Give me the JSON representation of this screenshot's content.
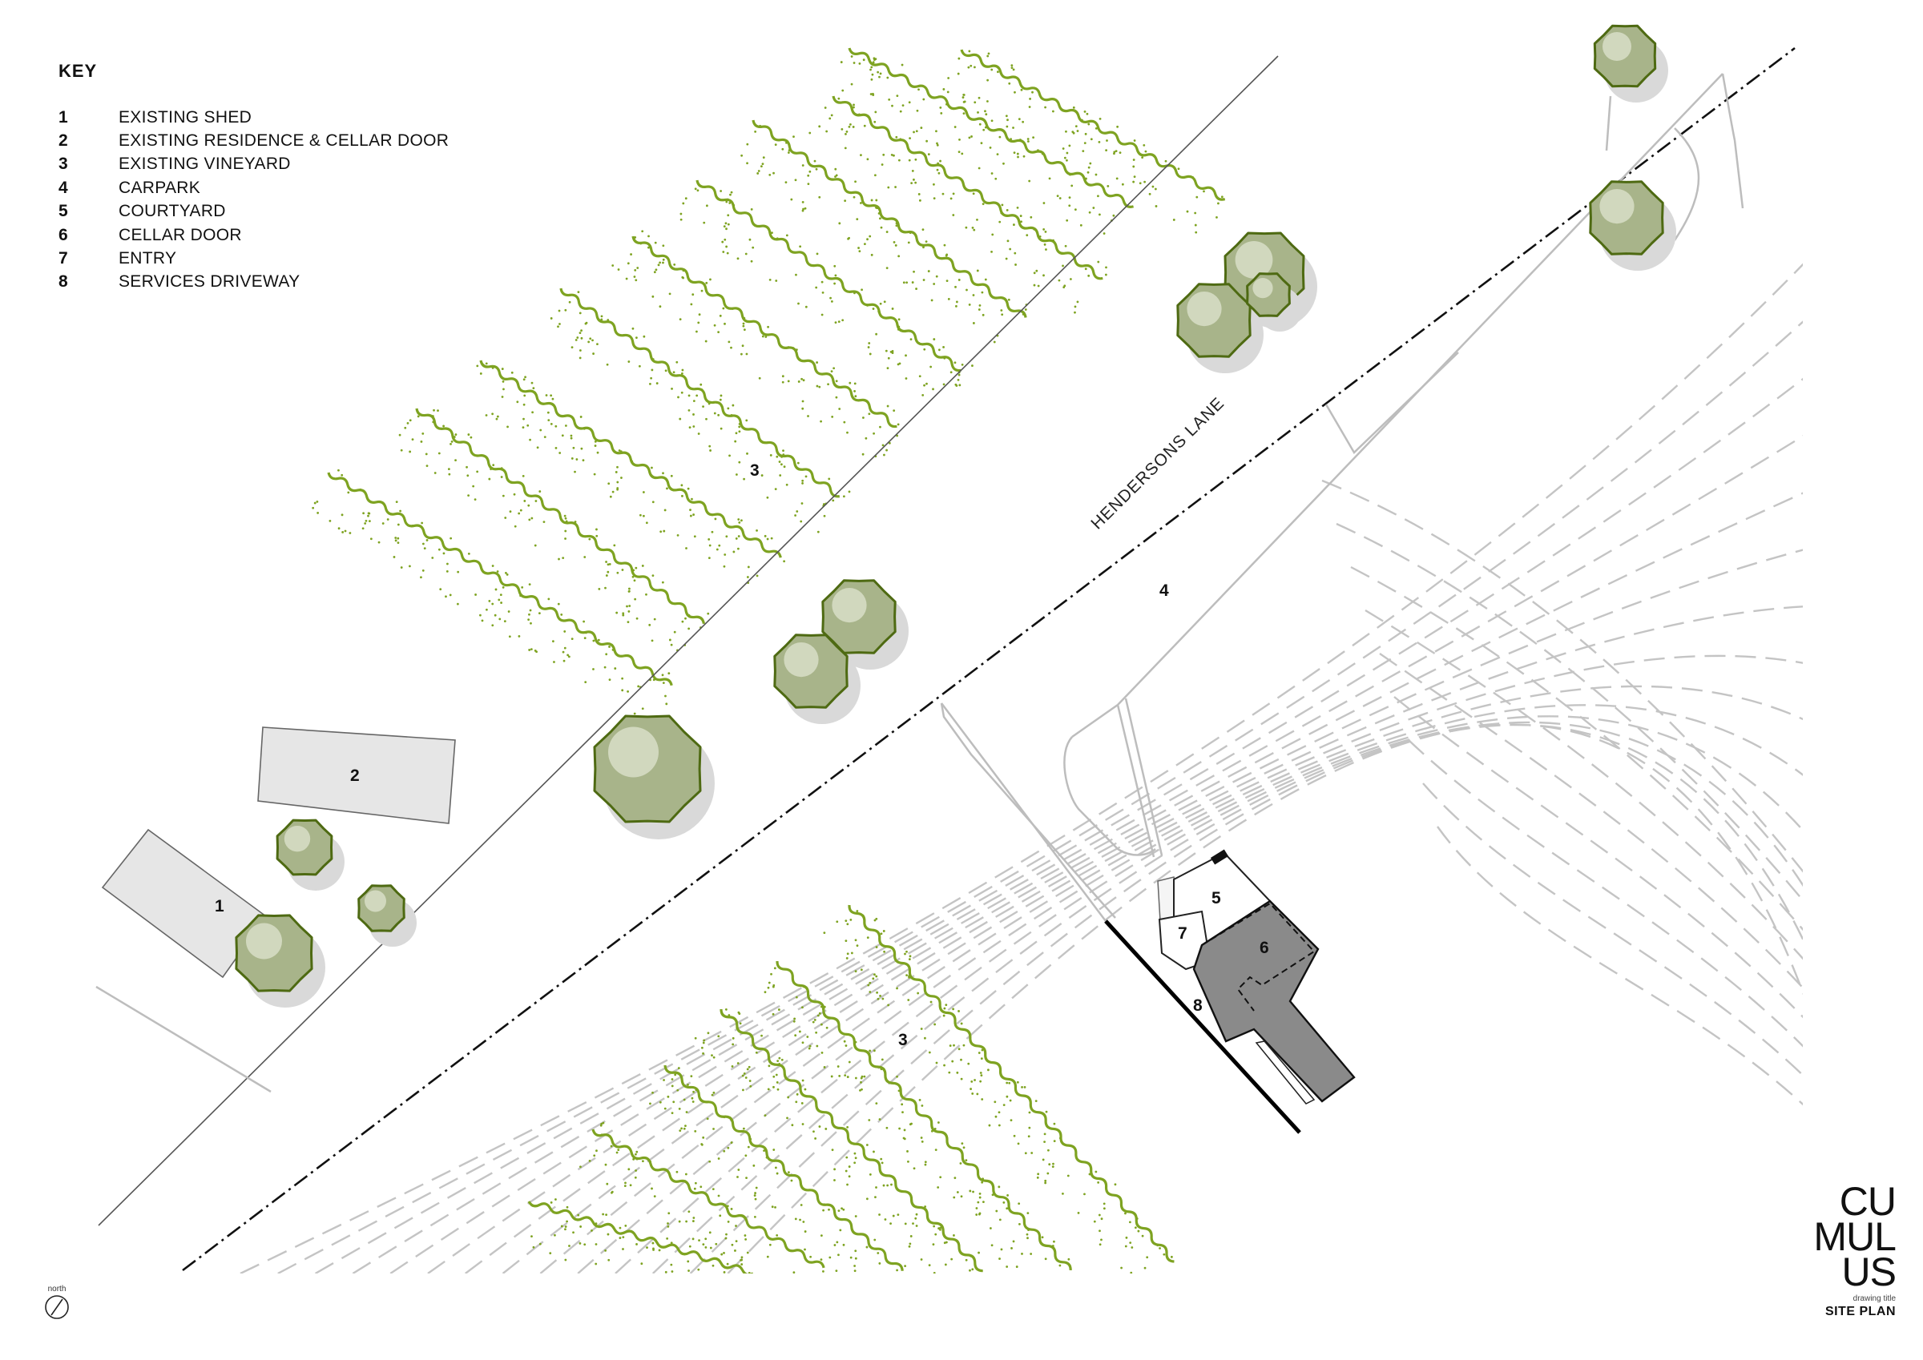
{
  "key": {
    "title": "KEY",
    "items": [
      {
        "num": "1",
        "label": "EXISTING SHED"
      },
      {
        "num": "2",
        "label": "EXISTING RESIDENCE & CELLAR DOOR"
      },
      {
        "num": "3",
        "label": "EXISTING VINEYARD"
      },
      {
        "num": "4",
        "label": "CARPARK"
      },
      {
        "num": "5",
        "label": "COURTYARD"
      },
      {
        "num": "6",
        "label": "CELLAR DOOR"
      },
      {
        "num": "7",
        "label": "ENTRY"
      },
      {
        "num": "8",
        "label": "SERVICES DRIVEWAY"
      }
    ]
  },
  "map_labels": {
    "shed": "1",
    "residence": "2",
    "vineyard_north": "3",
    "vineyard_south": "3",
    "carpark": "4",
    "courtyard": "5",
    "cellar_door": "6",
    "entry": "7",
    "services_driveway": "8",
    "road": "HENDERSONS LANE"
  },
  "logo": {
    "line1": "CU",
    "line2": "MUL",
    "line3": "US",
    "subtitle": "drawing title",
    "drawing_title": "SITE PLAN"
  },
  "north": {
    "label": "north"
  },
  "colors": {
    "vine": "#7ea321",
    "tree_fill": "#a8b48a",
    "tree_outline": "#4e6a12",
    "building_existing": "#e6e6e6",
    "building_new": "#8a8a8a",
    "contour": "#c4c4c4"
  }
}
